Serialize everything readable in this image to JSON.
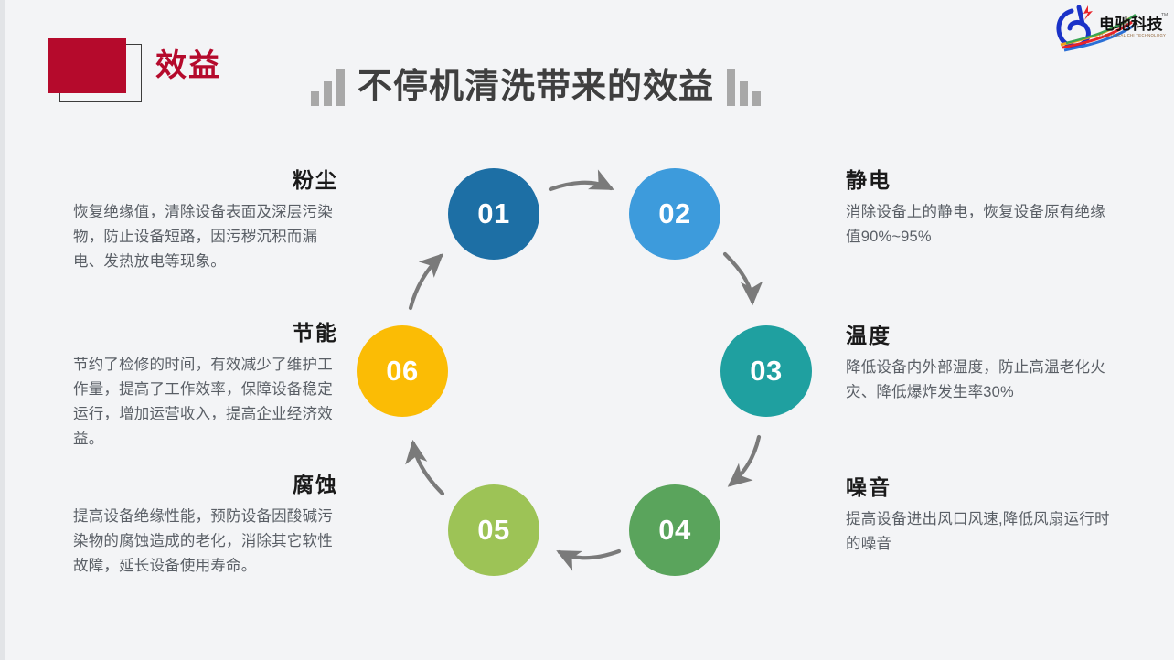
{
  "slide": {
    "background_color": "#f3f4f6",
    "badge": {
      "label": "效益",
      "square_color": "#b50a2c",
      "text_color": "#b50a2c"
    },
    "title": "不停机清洗带来的效益",
    "title_color": "#3f3f3f",
    "decoration": {
      "left_icon": "bar-chart-ascending-icon",
      "right_icon": "bar-chart-descending-icon",
      "color": "#a8a8a8"
    },
    "logo": {
      "name": "电驰科技",
      "latin": "ELECTRICAL CHI TECHNOLOGY",
      "trademark": "TM",
      "mark_color": "#1a32c8"
    }
  },
  "cycle": {
    "nodes": [
      {
        "number": "01",
        "color": "#1d6fa5",
        "topic": "粉尘"
      },
      {
        "number": "02",
        "color": "#3d9bdc",
        "topic": "静电"
      },
      {
        "number": "03",
        "color": "#1fa0a0",
        "topic": "温度"
      },
      {
        "number": "04",
        "color": "#5aa45c",
        "topic": "噪音"
      },
      {
        "number": "05",
        "color": "#9dc356",
        "topic": "腐蚀"
      },
      {
        "number": "06",
        "color": "#fbbc05",
        "topic": "节能"
      }
    ],
    "arrow_color": "#7a7a7a",
    "direction": "clockwise"
  },
  "blocks": {
    "dust": {
      "title": "粉尘",
      "body": "恢复绝缘值，清除设备表面及深层污染物，防止设备短路，因污秽沉积而漏电、发热放电等现象。"
    },
    "energy": {
      "title": "节能",
      "body": "节约了检修的时间，有效减少了维护工作量，提高了工作效率，保障设备稳定运行，增加运营收入，提高企业经济效益。"
    },
    "corrosion": {
      "title": "腐蚀",
      "body": "提高设备绝缘性能，预防设备因酸碱污染物的腐蚀造成的老化，消除其它软性故障，延长设备使用寿命。"
    },
    "static": {
      "title": "静电",
      "body": "消除设备上的静电，恢复设备原有绝缘值90%~95%"
    },
    "temperature": {
      "title": "温度",
      "body": "降低设备内外部温度，防止高温老化火灾、降低爆炸发生率30%"
    },
    "noise": {
      "title": "噪音",
      "body": "提高设备进出风口风速,降低风扇运行时的噪音"
    }
  }
}
